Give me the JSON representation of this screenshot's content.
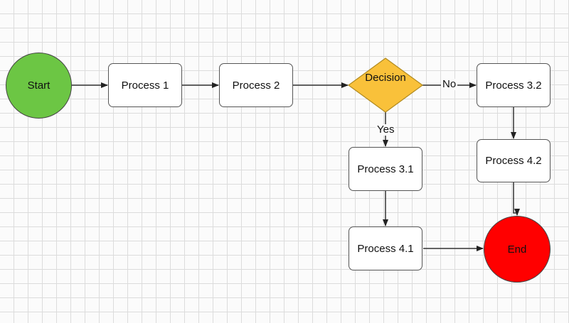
{
  "diagram": {
    "nodes": {
      "start": {
        "label": "Start",
        "color": "#6cc644"
      },
      "p1": {
        "label": "Process 1"
      },
      "p2": {
        "label": "Process 2"
      },
      "decision": {
        "label": "Decision",
        "color": "#f9c13a"
      },
      "p32": {
        "label": "Process 3.2"
      },
      "p31": {
        "label": "Process 3.1"
      },
      "p42": {
        "label": "Process 4.2"
      },
      "p41": {
        "label": "Process 4.1"
      },
      "end": {
        "label": "End",
        "color": "#ff0000"
      }
    },
    "edges": {
      "no_label": "No",
      "yes_label": "Yes"
    }
  }
}
